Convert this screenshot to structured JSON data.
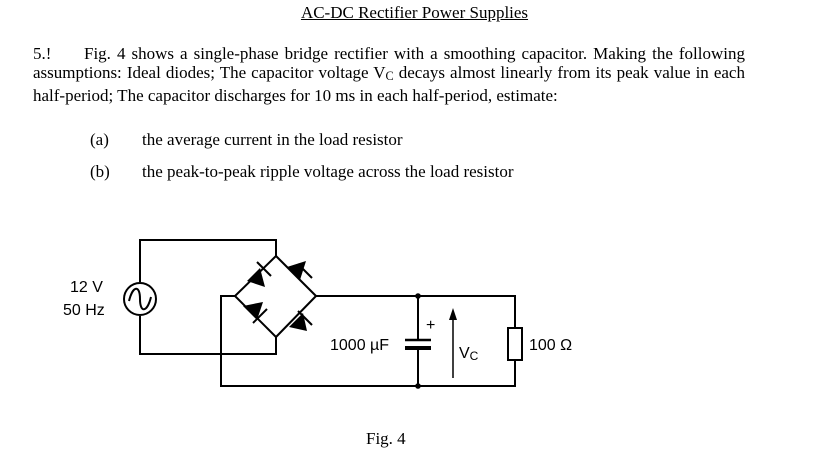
{
  "document": {
    "title": "AC-DC Rectifier Power Supplies",
    "problem_number": "5.!",
    "problem_text_1": "Fig. 4 shows a single-phase bridge rectifier with a smoothing capacitor. Making the following assumptions: Ideal diodes; The capacitor voltage V",
    "problem_sub": "C",
    "problem_text_2": " decays almost linearly from its peak value in each half-period; The capacitor discharges for 10 ms in each half-period, estimate:",
    "items": [
      {
        "label": "(a)",
        "text": "the average current in the load resistor"
      },
      {
        "label": "(b)",
        "text": "the peak-to-peak ripple voltage across the load resistor"
      }
    ]
  },
  "figure": {
    "source_voltage": "12 V",
    "source_frequency": "50 Hz",
    "capacitor_value": "1000 µF",
    "capacitor_polarity": "+",
    "voltage_symbol": "V",
    "voltage_sub": "C",
    "resistor_value": "100 Ω",
    "caption": "Fig. 4"
  }
}
